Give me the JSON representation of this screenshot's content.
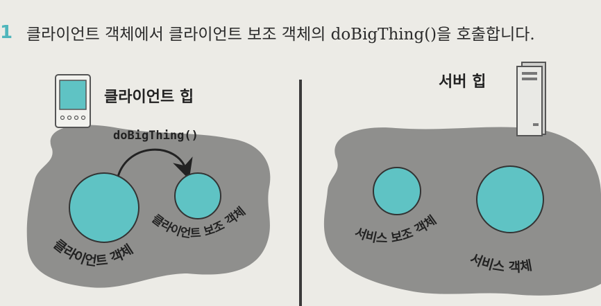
{
  "step_number": "1",
  "caption": "클라이언트 객체에서 클라이언트 보조 객체의 doBigThing()을 호출합니다.",
  "client_heap": {
    "label": "클라이언트 힙",
    "client_object_label": "클라이언트 객체",
    "client_helper_label": "클라이언트 보조 객체",
    "method_call_label": "doBigThing()",
    "device_icon": "handheld-device-icon"
  },
  "server_heap": {
    "label": "서버 힙",
    "service_helper_label": "서비스 보조 객체",
    "service_object_label": "서비스 객체",
    "server_icon": "server-tower-icon"
  },
  "colors": {
    "heap": "#8f8f8d",
    "object_fill": "#5fc3c4",
    "accent": "#4fb6bc",
    "ink": "#222222"
  }
}
